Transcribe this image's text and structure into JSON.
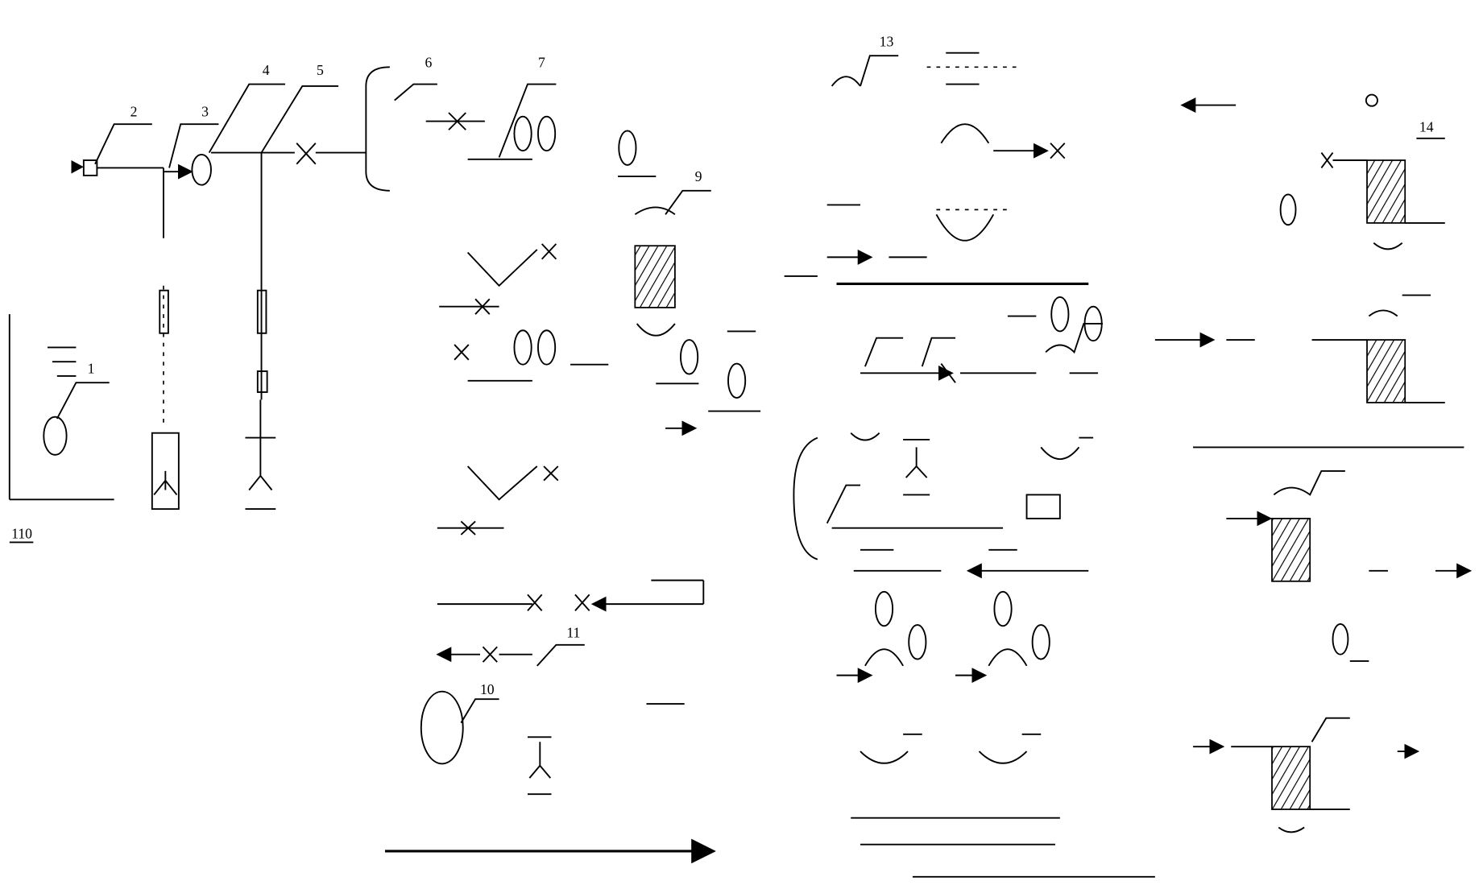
{
  "diagram": {
    "type": "process-flow-schematic",
    "labels": {
      "l1": "1",
      "l2": "2",
      "l3": "3",
      "l4": "4",
      "l5": "5",
      "l6": "6",
      "l7": "7",
      "l9": "9",
      "l10": "10",
      "l11": "11",
      "l13": "13",
      "l14": "14",
      "l110": "110"
    },
    "colors": {
      "line": "#000000",
      "background": "#ffffff"
    }
  }
}
